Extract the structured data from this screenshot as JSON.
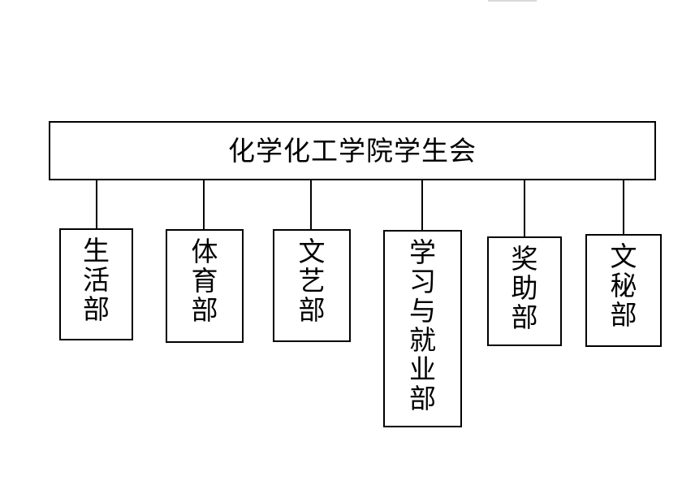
{
  "organization": {
    "root": "化学化工学院学生会",
    "departments": [
      {
        "label": "生\n活\n部"
      },
      {
        "label": "体\n育\n部"
      },
      {
        "label": "文\n艺\n部"
      },
      {
        "label": "学\n习\n与\n就\n业\n部"
      },
      {
        "label": "奖\n助\n部"
      },
      {
        "label": "文\n秘\n部"
      }
    ]
  },
  "colors": {
    "line": "#000000",
    "background": "#ffffff"
  }
}
